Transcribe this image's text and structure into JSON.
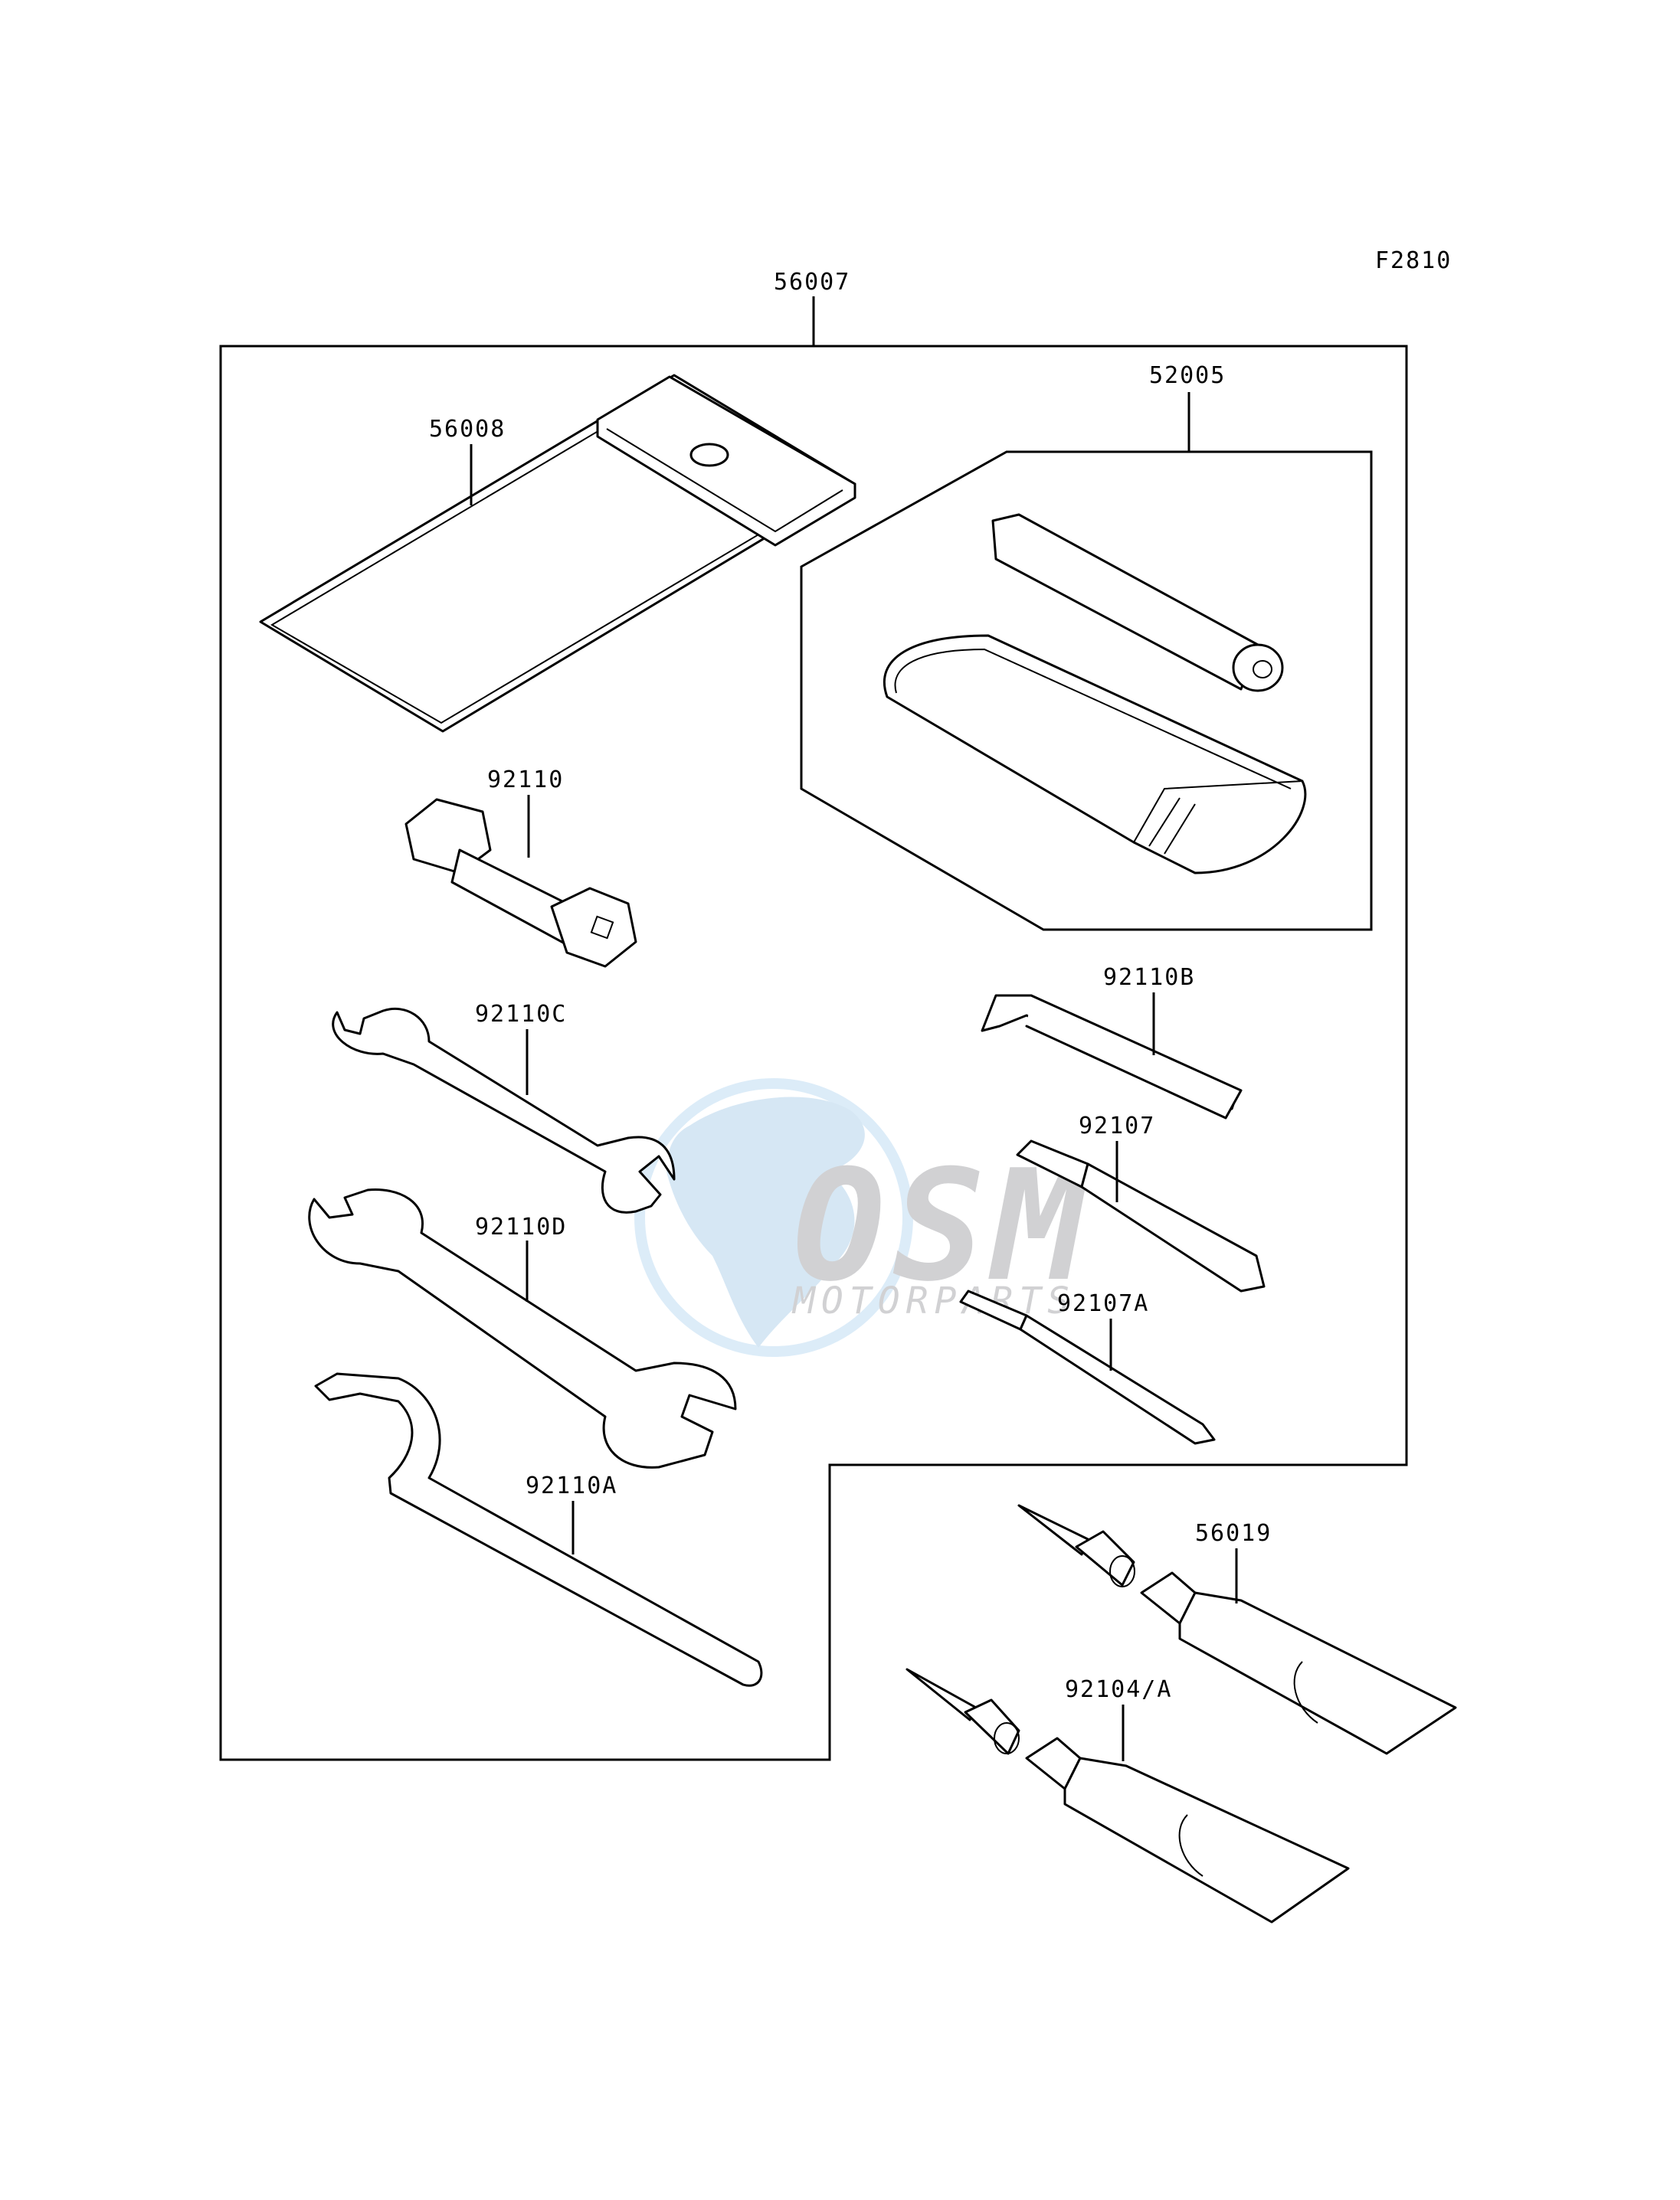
{
  "figure_code": "F2810",
  "watermark": {
    "brand": "OSM",
    "subtitle": "MOTORPARTS",
    "colors": {
      "globe": "#cfe3f3",
      "text": "#c9cacc",
      "ring": "#d6e9f7"
    }
  },
  "parts": [
    {
      "id": "56007",
      "label": "56007",
      "name": "tool-kit-assembly"
    },
    {
      "id": "56008",
      "label": "56008",
      "name": "tool-bag"
    },
    {
      "id": "52005",
      "label": "52005",
      "name": "tire-repair-kit"
    },
    {
      "id": "92110",
      "label": "92110",
      "name": "spark-plug-wrench"
    },
    {
      "id": "92110B",
      "label": "92110B",
      "name": "hex-key"
    },
    {
      "id": "92110C",
      "label": "92110C",
      "name": "open-end-wrench-small"
    },
    {
      "id": "92107",
      "label": "92107",
      "name": "screwdriver"
    },
    {
      "id": "92110D",
      "label": "92110D",
      "name": "open-end-wrench-large"
    },
    {
      "id": "92107A",
      "label": "92107A",
      "name": "screwdriver-bit"
    },
    {
      "id": "92110A",
      "label": "92110A",
      "name": "hook-spanner"
    },
    {
      "id": "56019",
      "label": "56019",
      "name": "grease-tube"
    },
    {
      "id": "92104A",
      "label": "92104/A",
      "name": "adhesive-tube"
    }
  ]
}
